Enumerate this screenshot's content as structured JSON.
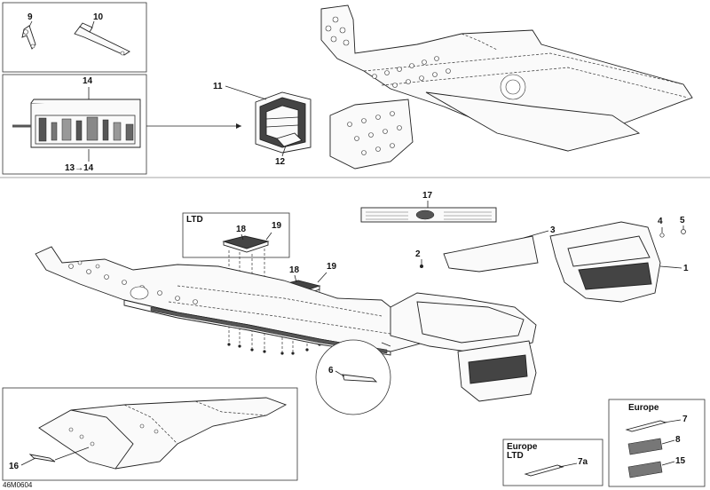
{
  "callouts": {
    "c1": "1",
    "c2": "2",
    "c3": "3",
    "c4": "4",
    "c5": "5",
    "c6": "6",
    "c7": "7",
    "c7a": "7a",
    "c8": "8",
    "c9": "9",
    "c10": "10",
    "c11": "11",
    "c12": "12",
    "c13_14": "13→14",
    "c14": "14",
    "c15": "15",
    "c16": "16",
    "c17": "17",
    "c18a": "18",
    "c18b": "18",
    "c19a": "19",
    "c19b": "19"
  },
  "boxes": {
    "ltd": "LTD",
    "europe": "Europe",
    "europe_ltd_line1": "Europe",
    "europe_ltd_line2": "LTD"
  },
  "figure_code": "46M0604"
}
